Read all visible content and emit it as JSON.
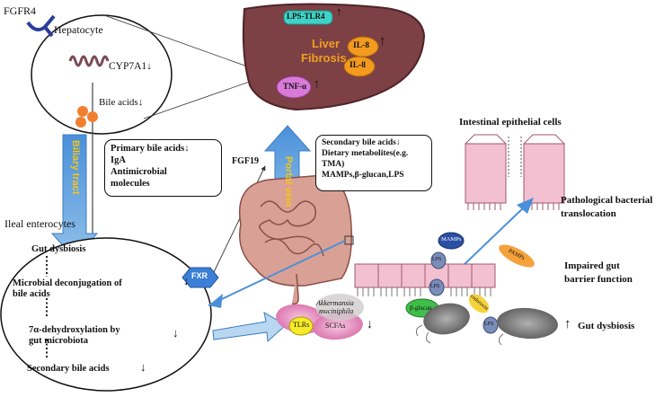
{
  "hepatocyte": {
    "receptor": "FGFR4",
    "cell": "Hepatocyte",
    "enzyme": "CYP7A1",
    "enzyme_arrow": "↓",
    "bile": "Bile acids",
    "bile_arrow": "↓"
  },
  "liver": {
    "lps": "LPS-TLR4",
    "title_line1": "Liver",
    "title_line2": "Fibrosis",
    "il8": "IL-8",
    "il8b": "IL-8",
    "tnf": "TNF-α",
    "up": "↑"
  },
  "biliary": "Biliary tract",
  "portal": "Portal vein",
  "box_left": [
    "Primary bile acids↓",
    "IgA",
    "Antimicrobial",
    "molecules"
  ],
  "box_right": [
    "Secondary bile acids↓",
    "Dietary metabolites(e.g.",
    "TMA)",
    "MAMPs,β-glucan,LPS"
  ],
  "fgf19": "FGF19",
  "ileal": "Ileal enterocytes",
  "circle": {
    "gut": "Gut dysbiosis",
    "microbial": "Microbial deconjugation of",
    "microbial2": "bile acids",
    "down1": "↓",
    "dehyd": "7α-dehydroxylation by",
    "dehyd2": "gut microbiota",
    "down2": "↓",
    "secondary": "Secondary bile acids",
    "down3": "↓"
  },
  "fxr": "FXR",
  "microbes": {
    "akk1": "Akkermansia",
    "akk2": "muciniphila",
    "tlrs": "TLRs",
    "scfas": "SCFAs",
    "down": "↓"
  },
  "right": {
    "iec": "Intestinal epithelial cells",
    "path1": "Pathological bacterial",
    "path2": "translocation",
    "imp1": "Impaired gut",
    "imp2": "barrier function",
    "dys": "Gut dysbiosis",
    "up": "↑"
  },
  "barrier": {
    "mamps": "MAMPs",
    "pamps": "PAMPs",
    "lps1": "LPS",
    "lps2": "LPS",
    "lps3": "LPS",
    "beta": "β-glucan",
    "endotoxin": "endotoxin"
  },
  "colors": {
    "liver": "#7d4044",
    "arrow_blue": "#5b9bd5",
    "arrow_label": "#f5c518",
    "fxr": "#3b7fd6",
    "liver_title": "#f0a020"
  }
}
